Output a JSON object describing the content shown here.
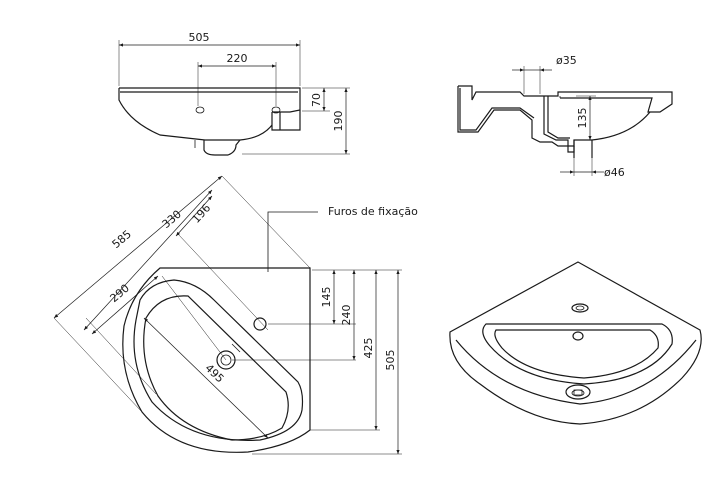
{
  "dimensions": {
    "front_width": "505",
    "front_holes": "220",
    "front_rim": "70",
    "front_height": "190",
    "section_outlet": "ø35",
    "section_depth": "135",
    "section_drain": "ø46",
    "plan_diag": "585",
    "plan_330": "330",
    "plan_196": "196",
    "plan_290": "290",
    "plan_495": "495",
    "plan_145": "145",
    "plan_240": "240",
    "plan_425": "425",
    "plan_505": "505"
  },
  "labels": {
    "fixing_holes": "Furos de fixação"
  }
}
